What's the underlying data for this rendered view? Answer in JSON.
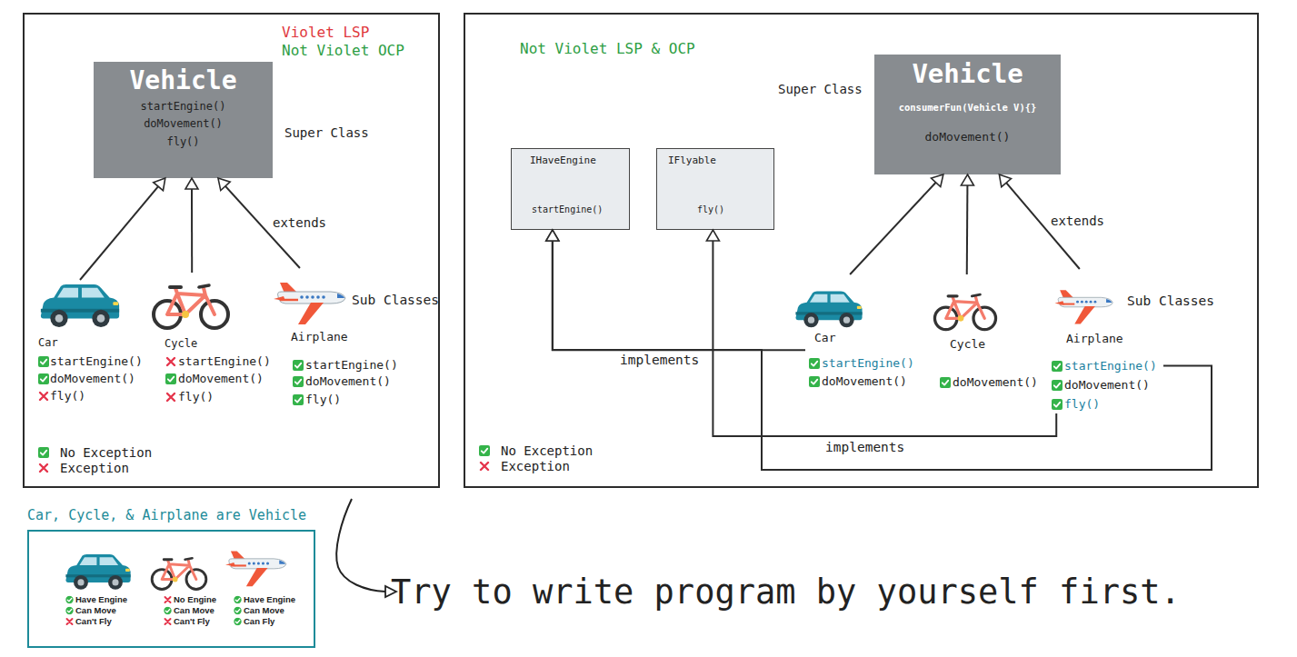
{
  "diagram": {
    "nodes": [
      {
        "text": [
          "Violet LSP",
          "Not Violet OCP"
        ]
      },
      {
        "text": [
          "Vehicle",
          "startEngine()",
          "doMovement()",
          "fly()"
        ],
        "in": 0
      },
      {
        "text": [
          "Car",
          "startEngine()",
          "doMovement()",
          "fly()"
        ],
        "in": 0
      },
      {
        "text": [
          "Cycle",
          "startEngine()",
          "doMovement()",
          "fly()"
        ],
        "in": 0
      },
      {
        "text": [
          "Airplane",
          "startEngine()",
          "doMovement()",
          "fly()"
        ],
        "in": 0
      },
      {
        "text": [
          "Not Violet LSP & OCP"
        ]
      },
      {
        "text": [
          "IHaveEngine",
          "startEngine()"
        ],
        "in": 5
      },
      {
        "text": [
          "IFlyable",
          "fly()"
        ],
        "in": 5
      },
      {
        "text": [
          "Vehicle",
          "consumerFun(Vehicle V){}",
          "doMovement()"
        ],
        "in": 5
      },
      {
        "text": [
          "Car",
          "startEngine()",
          "doMovement()"
        ],
        "in": 5
      },
      {
        "text": [
          "Cycle",
          "doMovement()"
        ],
        "in": 5
      },
      {
        "text": [
          "Airplane",
          "startEngine()",
          "doMovement()",
          "fly()"
        ],
        "in": 5
      },
      {
        "text": [
          "Car, Cycle, & Airplane are Vehicle",
          "Have Engine",
          "Can Move",
          "Can't Fly",
          "No Engine",
          "Can Move",
          "Can't Fly",
          "Have Engine",
          "Can Move",
          "Can Fly"
        ]
      }
    ],
    "edges": [
      {
        "from": 2,
        "to": 1,
        "arrow": "to"
      },
      {
        "from": 3,
        "to": 1,
        "arrow": "to"
      },
      {
        "from": 4,
        "to": 1,
        "label": "extends",
        "arrow": "to"
      },
      {
        "from": 9,
        "to": 8,
        "arrow": "to"
      },
      {
        "from": 10,
        "to": 8,
        "arrow": "to"
      },
      {
        "from": 11,
        "to": 8,
        "label": "extends",
        "arrow": "to"
      },
      {
        "from": 9,
        "to": 6,
        "label": "implements",
        "arrow": "to"
      },
      {
        "from": 11,
        "to": 6,
        "arrow": "to"
      },
      {
        "from": 11,
        "to": 7,
        "label": "implements",
        "arrow": "to"
      }
    ],
    "labels": [
      "Super Class",
      "Sub Classes",
      "Super Class",
      "Sub Classes",
      "Try to write program by yourself first."
    ],
    "legend": [
      {
        "text": "No Exception",
        "color": "#34b34a"
      },
      {
        "text": "Exception"
      },
      {
        "text": "No Exception",
        "color": "#34b34a"
      },
      {
        "text": "Exception"
      }
    ]
  }
}
